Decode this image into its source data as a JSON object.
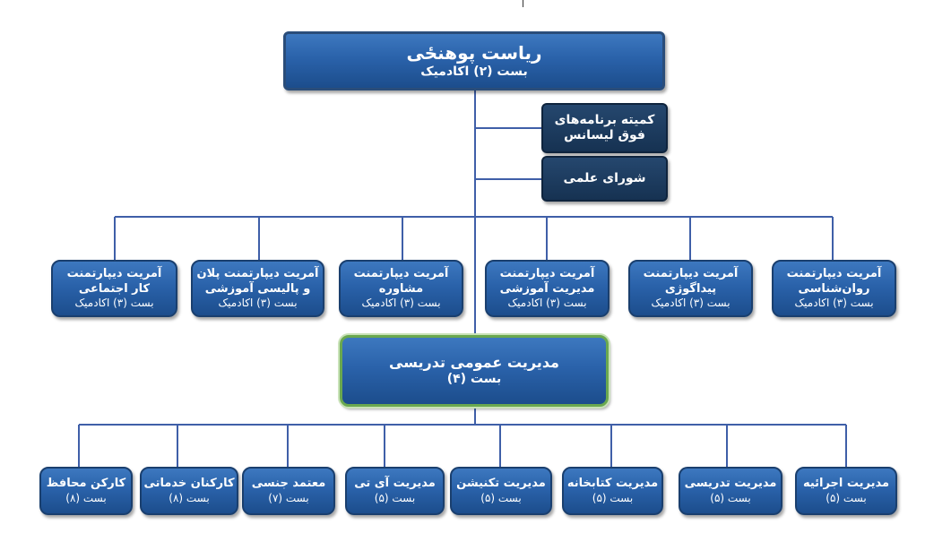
{
  "top": {
    "title": "ریاست پوهنځی",
    "sub": "بست (۲) اکادمیک"
  },
  "committee": {
    "line1": "کمیته برنامه‌های",
    "line2": "فوق لیسانس"
  },
  "council": {
    "title": "شورای علمی"
  },
  "departments": [
    {
      "line1": "آمریت دیپارتمنت",
      "line2": "روان‌شناسی",
      "sub": "بست (۳) اکادمیک"
    },
    {
      "line1": "آمریت دیپارتمنت",
      "line2": "پیداگوژی",
      "sub": "بست (۳) اکادمیک"
    },
    {
      "line1": "آمریت دیپارتمنت",
      "line2": "مدیریت آموزشی",
      "sub": "بست (۳) اکادمیک"
    },
    {
      "line1": "آمریت دیپارتمنت",
      "line2": "مشاوره",
      "sub": "بست (۳) اکادمیک"
    },
    {
      "line1": "آمریت دیپارتمنت پلان",
      "line2": "و پالیسی آموزشی",
      "sub": "بست (۳) اکادمیک"
    },
    {
      "line1": "آمریت دیپارتمنت",
      "line2": "کار اجتماعی",
      "sub": "بست (۳) اکادمیک"
    }
  ],
  "general": {
    "title": "مدیریت عمومی تدریسی",
    "sub": "بست (۴)"
  },
  "units": [
    {
      "title": "مدیریت اجرائیه",
      "sub": "بست (۵)"
    },
    {
      "title": "مدیریت تدریسی",
      "sub": "بست (۵)"
    },
    {
      "title": "مدیریت کتابخانه",
      "sub": "بست (۵)"
    },
    {
      "title": "مدیریت تکنیشن",
      "sub": "بست (۵)"
    },
    {
      "title": "مدیریت آی تی",
      "sub": "بست (۵)"
    },
    {
      "title": "معتمد جنسی",
      "sub": "بست (۷)"
    },
    {
      "title": "کارکنان خدماتی",
      "sub": "بست (۸)"
    },
    {
      "title": "کارکن محافظ",
      "sub": "بست (۸)"
    }
  ],
  "colors": {
    "box": "#2a62aa",
    "dark": "#1c3a5e",
    "line": "#3f5fa8",
    "green": "#6aa84f"
  }
}
